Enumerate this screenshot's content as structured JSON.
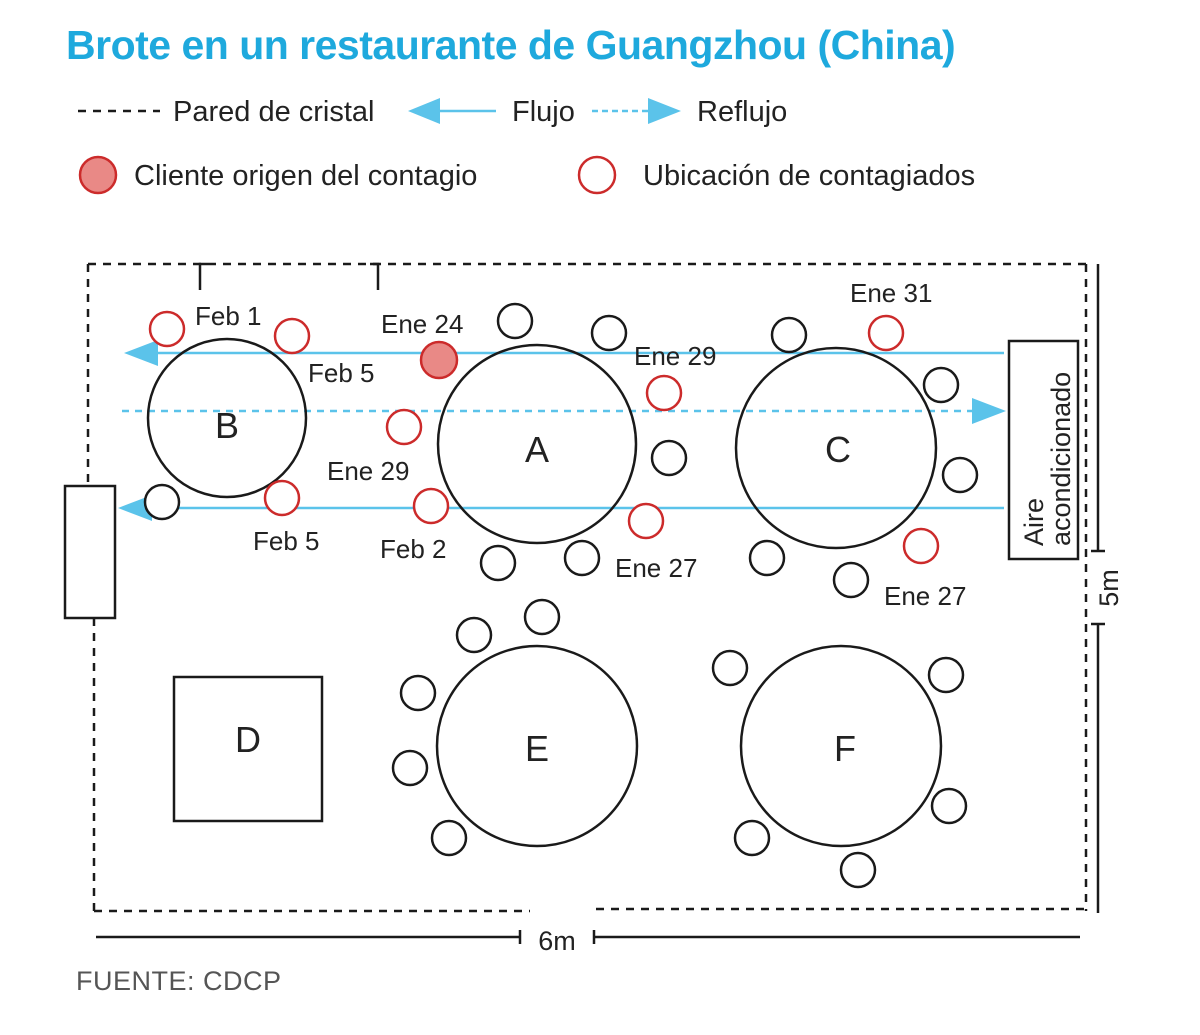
{
  "title": "Brote en un restaurante de Guangzhou (China)",
  "legend": {
    "glass_wall": "Pared de cristal",
    "flow": "Flujo",
    "backflow": "Reflujo",
    "source_customer": "Cliente origen del contagio",
    "infected_location": "Ubicación de contagiados"
  },
  "tables": {
    "A": "A",
    "B": "B",
    "C": "C",
    "D": "D",
    "E": "E",
    "F": "F"
  },
  "air_conditioner": {
    "line1": "Aire",
    "line2": "acondicionado"
  },
  "dates": {
    "feb1": "Feb 1",
    "feb5_top": "Feb 5",
    "feb5_bottom": "Feb 5",
    "ene24": "Ene 24",
    "ene29_left": "Ene 29",
    "feb2": "Feb 2",
    "ene29_right": "Ene 29",
    "ene27_a": "Ene 27",
    "ene31": "Ene 31",
    "ene27_c": "Ene 27"
  },
  "dimensions": {
    "width": "6m",
    "height": "5m"
  },
  "source": "FUENTE: CDCP",
  "colors": {
    "title": "#1ea9dd",
    "flow": "#5bc3ea",
    "infected": "#cc2b2b",
    "source_fill": "#e98986",
    "outline": "#1a1a1a"
  }
}
